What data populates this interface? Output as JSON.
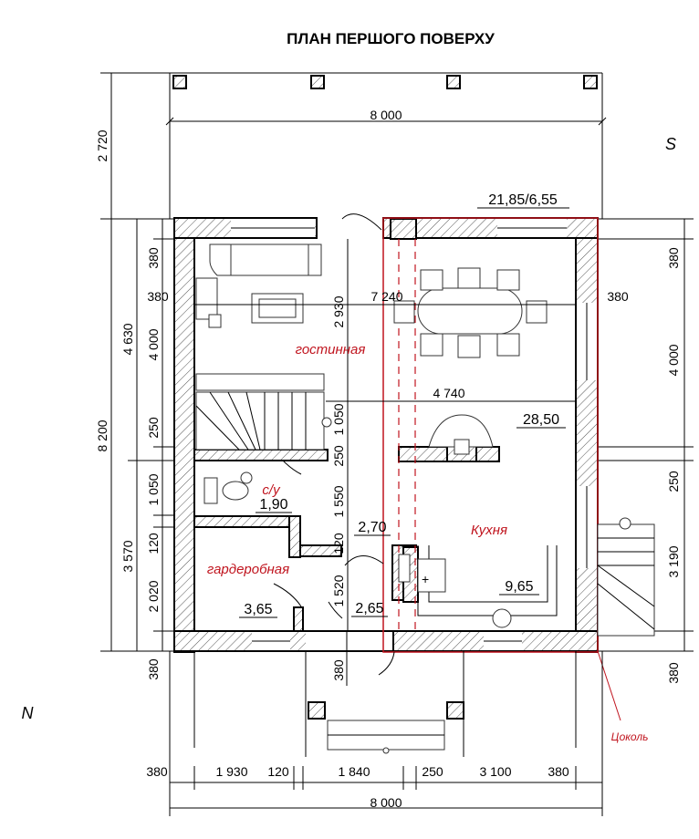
{
  "title": "ПЛАН ПЕРШОГО ПОВЕРХУ",
  "compass": {
    "south": "S",
    "north": "N"
  },
  "rooms": {
    "living": "гостинная",
    "toilet": "с/у",
    "kitchen": "Кухня",
    "wardrobe": "гардеробная"
  },
  "areas": {
    "terrace": "21,85/6,55",
    "living": "28,50",
    "toilet": "1,90",
    "hall": "2,70",
    "hall2": "2,65",
    "wardrobe": "3,65",
    "kitchen": "9,65"
  },
  "plinth_label": "Цоколь",
  "dims": {
    "top_width": "8 000",
    "bottom_width": "8 000",
    "left_2720": "2 720",
    "left_8200": "8 200",
    "left_4630": "4 630",
    "left_3570": "3 570",
    "l380a": "380",
    "l4000": "4 000",
    "l250": "250",
    "l1050": "1 050",
    "l120": "120",
    "l2020": "2 020",
    "l380b": "380",
    "inner_380": "380",
    "inner_7240": "7 240",
    "inner_380r": "380",
    "inner_4740": "4 740",
    "inner_2930": "2 930",
    "inner_1050": "1 050",
    "inner_250": "250",
    "inner_1550": "1 550",
    "inner_120": "120",
    "inner_1520": "1 520",
    "inner_380b": "380",
    "right_380a": "380",
    "right_4000": "4 000",
    "right_250": "250",
    "right_3190": "3 190",
    "right_380b": "380",
    "b380": "380",
    "b1930": "1 930",
    "b120": "120",
    "b1840": "1 840",
    "b250": "250",
    "b3100": "3 100",
    "b380r": "380"
  }
}
